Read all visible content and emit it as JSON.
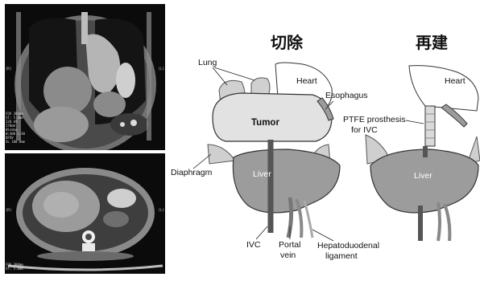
{
  "ct_images": {
    "coronal": {
      "left_marker": "[R]",
      "right_marker": "[L]",
      "side_text": [
        "FOV 380mm",
        "ST: 5.0mm",
        "120 kV",
        "170mA",
        "Window",
        "W:400 L:40",
        "DFOV",
        "SL 100.0mm"
      ]
    },
    "axial": {
      "left_marker": "[R]",
      "right_marker": "[L]",
      "side_text": [
        "FOV 380mm",
        "ST: 5.0mm"
      ]
    }
  },
  "resection": {
    "heading": "切除",
    "labels": {
      "lung": "Lung",
      "heart": "Heart",
      "esophagus": "Esophagus",
      "tumor": "Tumor",
      "diaphragm": "Diaphragm",
      "liver": "Liver",
      "ivc": "IVC",
      "portal_vein_line1": "Portal",
      "portal_vein_line2": "vein",
      "hepatoduodenal_line1": "Hepatoduodenal",
      "hepatoduodenal_line2": "ligament"
    }
  },
  "reconstruction": {
    "heading": "再建",
    "labels": {
      "heart": "Heart",
      "ptfe_line1": "PTFE prosthesis",
      "ptfe_line2": "for IVC",
      "liver": "Liver"
    }
  },
  "colors": {
    "organ_gray": "#9c9c9c",
    "tumor_fill": "#e2e2e2",
    "outline": "#333333"
  }
}
